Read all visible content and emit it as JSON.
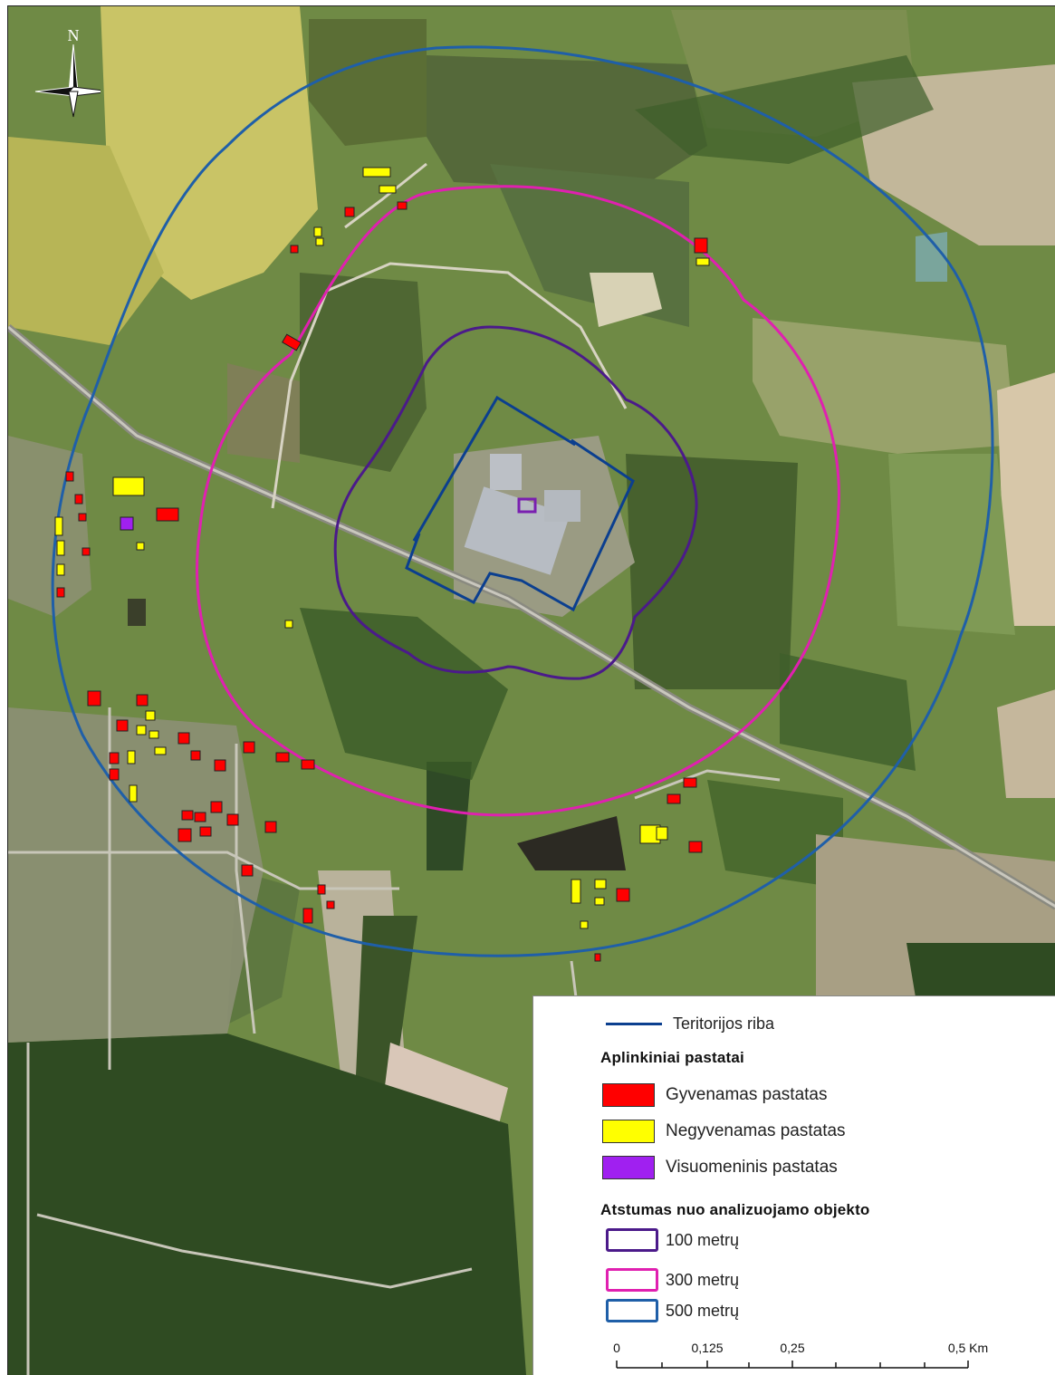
{
  "legend": {
    "boundary_label": "Teritorijos riba",
    "buildings_heading": "Aplinkiniai pastatai",
    "building_types": [
      {
        "label": "Gyvenamas pastatas",
        "color": "#ff0000"
      },
      {
        "label": "Negyvenamas pastatas",
        "color": "#ffff00"
      },
      {
        "label": "Visuomeninis pastatas",
        "color": "#a020f0"
      }
    ],
    "distance_heading": "Atstumas nuo analizuojamo objekto",
    "distance_rings": [
      {
        "label": "100 metrų",
        "color": "#4b1a8a"
      },
      {
        "label": "300 metrų",
        "color": "#e020b0"
      },
      {
        "label": "500 metrų",
        "color": "#1f5fa8"
      }
    ],
    "boundary_color": "#0b3f8f"
  },
  "scale_bar": {
    "labels": [
      "0",
      "0,125",
      "0,25",
      "0,5 Km"
    ],
    "values_km": [
      0,
      0.125,
      0.25,
      0.5
    ]
  },
  "north_arrow": {
    "label": "N",
    "icon": "compass-rose-icon"
  }
}
